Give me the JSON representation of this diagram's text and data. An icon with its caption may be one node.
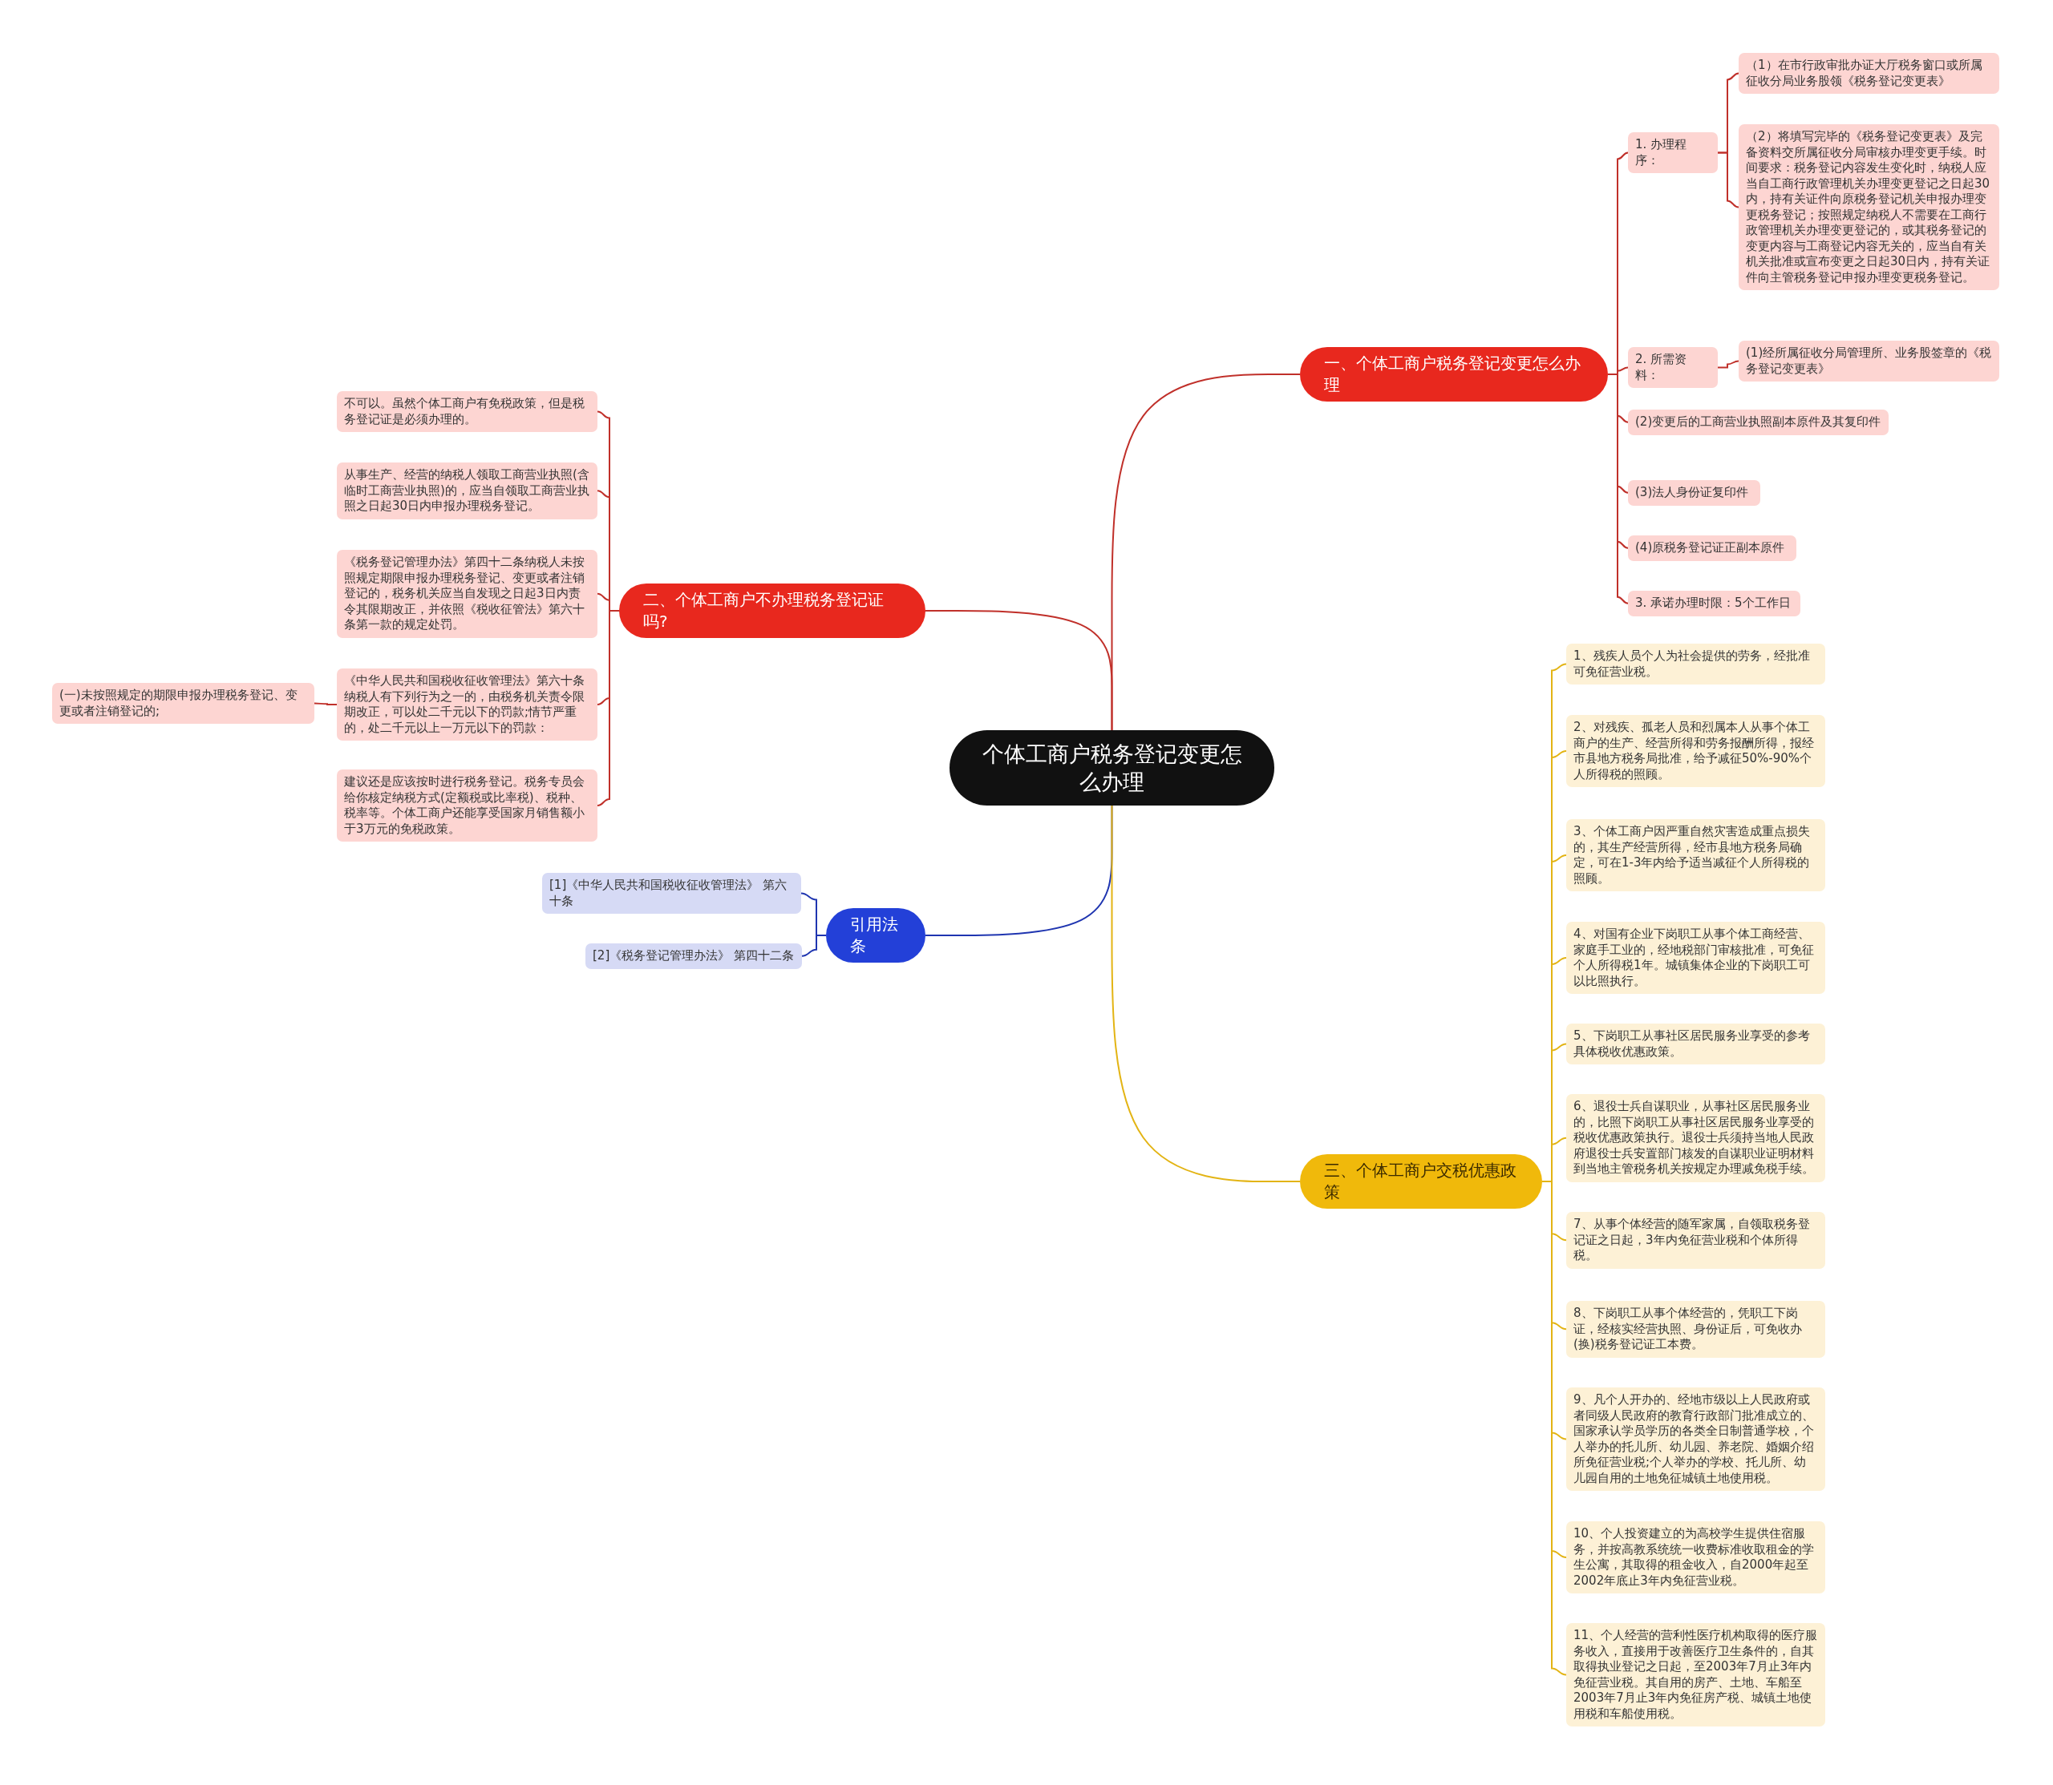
{
  "diagram": {
    "nodes": [
      {
        "text": [
          "个体工商户税务登记变更怎么办理"
        ]
      },
      {
        "text": [
          "一、个体工商户税务登记变更怎么办理"
        ]
      },
      {
        "text": [
          "1. 办理程序："
        ]
      },
      {
        "text": [
          "（1）在市行政审批办证大厅税务窗口或所属征收分局业务股领《税务登记变更表》"
        ]
      },
      {
        "text": [
          "（2）将填写完毕的《税务登记变更表》及完备资料交所属征收分局审核办理变更手续。时间要求：税务登记内容发生变化时，纳税人应当自工商行政管理机关办理变更登记之日起30内，持有关证件向原税务登记机关申报办理变更税务登记；按照规定纳税人不需要在工商行政管理机关办理变更登记的，或其税务登记的变更内容与工商登记内容无关的，应当自有关机关批准或宣布变更之日起30日内，持有关证件向主管税务登记申报办理变更税务登记。"
        ]
      },
      {
        "text": [
          "2. 所需资料："
        ]
      },
      {
        "text": [
          "(1)经所属征收分局管理所、业务股签章的《税务登记变更表》"
        ]
      },
      {
        "text": [
          "(2)变更后的工商营业执照副本原件及其复印件"
        ]
      },
      {
        "text": [
          "(3)法人身份证复印件"
        ]
      },
      {
        "text": [
          "(4)原税务登记证正副本原件"
        ]
      },
      {
        "text": [
          "3. 承诺办理时限：5个工作日"
        ]
      },
      {
        "text": [
          "二、个体工商户不办理税务登记证吗?"
        ]
      },
      {
        "text": [
          "不可以。虽然个体工商户有免税政策，但是税务登记证是必须办理的。"
        ]
      },
      {
        "text": [
          "从事生产、经营的纳税人领取工商营业执照(含临时工商营业执照)的，应当自领取工商营业执照之日起30日内申报办理税务登记。"
        ]
      },
      {
        "text": [
          "《税务登记管理办法》第四十二条纳税人未按照规定期限申报办理税务登记、变更或者注销登记的，税务机关应当自发现之日起3日内责令其限期改正，并依照《税收征管法》第六十条第一款的规定处罚。"
        ]
      },
      {
        "text": [
          "《中华人民共和国税收征收管理法》第六十条纳税人有下列行为之一的，由税务机关责令限期改正，可以处二千元以下的罚款;情节严重的，处二千元以上一万元以下的罚款："
        ]
      },
      {
        "text": [
          "(一)未按照规定的期限申报办理税务登记、变更或者注销登记的;"
        ]
      },
      {
        "text": [
          "建议还是应该按时进行税务登记。税务专员会给你核定纳税方式(定额税或比率税)、税种、税率等。个体工商户还能享受国家月销售额小于3万元的免税政策。"
        ]
      },
      {
        "text": [
          "引用法条"
        ]
      },
      {
        "text": [
          "[1]《中华人民共和国税收征收管理法》 第六十条"
        ]
      },
      {
        "text": [
          "[2]《税务登记管理办法》 第四十二条"
        ]
      },
      {
        "text": [
          "三、个体工商户交税优惠政策"
        ]
      },
      {
        "text": [
          "1、残疾人员个人为社会提供的劳务，经批准可免征营业税。"
        ]
      },
      {
        "text": [
          "2、对残疾、孤老人员和烈属本人从事个体工商户的生产、经营所得和劳务报酬所得，报经市县地方税务局批准，给予减征50%-90%个人所得税的照顾。"
        ]
      },
      {
        "text": [
          "3、个体工商户因严重自然灾害造成重点损失的，其生产经营所得，经市县地方税务局确定，可在1-3年内给予适当减征个人所得税的照顾。"
        ]
      },
      {
        "text": [
          "4、对国有企业下岗职工从事个体工商经营、家庭手工业的，经地税部门审核批准，可免征个人所得税1年。城镇集体企业的下岗职工可以比照执行。"
        ]
      },
      {
        "text": [
          "5、下岗职工从事社区居民服务业享受的参考具体税收优惠政策。"
        ]
      },
      {
        "text": [
          "6、退役士兵自谋职业，从事社区居民服务业的，比照下岗职工从事社区居民服务业享受的税收优惠政策执行。退役士兵须持当地人民政府退役士兵安置部门核发的自谋职业证明材料到当地主管税务机关按规定办理减免税手续。"
        ]
      },
      {
        "text": [
          "7、从事个体经营的随军家属，自领取税务登记证之日起，3年内免征营业税和个体所得税。"
        ]
      },
      {
        "text": [
          "8、下岗职工从事个体经营的，凭职工下岗证，经核实经营执照、身份证后，可免收办(换)税务登记证工本费。"
        ]
      },
      {
        "text": [
          "9、凡个人开办的、经地市级以上人民政府或者同级人民政府的教育行政部门批准成立的、国家承认学员学历的各类全日制普通学校，个人举办的托儿所、幼儿园、养老院、婚姻介绍所免征营业税;个人举办的学校、托儿所、幼儿园自用的土地免征城镇土地使用税。"
        ]
      },
      {
        "text": [
          "10、个人投资建立的为高校学生提供住宿服务，并按高教系统统一收费标准收取租金的学生公寓，其取得的租金收入，自2000年起至2002年底止3年内免征营业税。"
        ]
      },
      {
        "text": [
          "11、个人经营的营利性医疗机构取得的医疗服务收入，直接用于改善医疗卫生条件的，自其取得执业登记之日起，至2003年7月止3年内免征营业税。其自用的房产、土地、车船至2003年7月止3年内免征房产税、城镇土地使用税和车船使用税。"
        ]
      }
    ],
    "edges": [
      {
        "from": 0,
        "to": 1,
        "arrow": "none"
      },
      {
        "from": 1,
        "to": 2,
        "arrow": "none"
      },
      {
        "from": 2,
        "to": 3,
        "arrow": "none"
      },
      {
        "from": 2,
        "to": 4,
        "arrow": "none"
      },
      {
        "from": 1,
        "to": 5,
        "arrow": "none"
      },
      {
        "from": 5,
        "to": 6,
        "arrow": "none"
      },
      {
        "from": 1,
        "to": 7,
        "arrow": "none"
      },
      {
        "from": 1,
        "to": 8,
        "arrow": "none"
      },
      {
        "from": 1,
        "to": 9,
        "arrow": "none"
      },
      {
        "from": 1,
        "to": 10,
        "arrow": "none"
      },
      {
        "from": 0,
        "to": 11,
        "arrow": "none"
      },
      {
        "from": 11,
        "to": 12,
        "arrow": "none"
      },
      {
        "from": 11,
        "to": 13,
        "arrow": "none"
      },
      {
        "from": 11,
        "to": 14,
        "arrow": "none"
      },
      {
        "from": 11,
        "to": 15,
        "arrow": "none"
      },
      {
        "from": 15,
        "to": 16,
        "arrow": "none"
      },
      {
        "from": 11,
        "to": 17,
        "arrow": "none"
      },
      {
        "from": 0,
        "to": 18,
        "arrow": "none",
        "color": "#1f35b0"
      },
      {
        "from": 18,
        "to": 19,
        "arrow": "none",
        "color": "#1f35b0"
      },
      {
        "from": 18,
        "to": 20,
        "arrow": "none",
        "color": "#1f35b0"
      },
      {
        "from": 0,
        "to": 21,
        "arrow": "none",
        "color": "#e3b414"
      },
      {
        "from": 21,
        "to": 22,
        "arrow": "none",
        "color": "#e3b414"
      },
      {
        "from": 21,
        "to": 23,
        "arrow": "none",
        "color": "#e3b414"
      },
      {
        "from": 21,
        "to": 24,
        "arrow": "none",
        "color": "#e3b414"
      },
      {
        "from": 21,
        "to": 25,
        "arrow": "none",
        "color": "#e3b414"
      },
      {
        "from": 21,
        "to": 26,
        "arrow": "none",
        "color": "#e3b414"
      },
      {
        "from": 21,
        "to": 27,
        "arrow": "none",
        "color": "#e3b414"
      },
      {
        "from": 21,
        "to": 28,
        "arrow": "none",
        "color": "#e3b414"
      },
      {
        "from": 21,
        "to": 29,
        "arrow": "none",
        "color": "#e3b414"
      },
      {
        "from": 21,
        "to": 30,
        "arrow": "none",
        "color": "#e3b414"
      },
      {
        "from": 21,
        "to": 31,
        "arrow": "none",
        "color": "#e3b414"
      },
      {
        "from": 21,
        "to": 32,
        "arrow": "none",
        "color": "#e3b414"
      }
    ]
  }
}
